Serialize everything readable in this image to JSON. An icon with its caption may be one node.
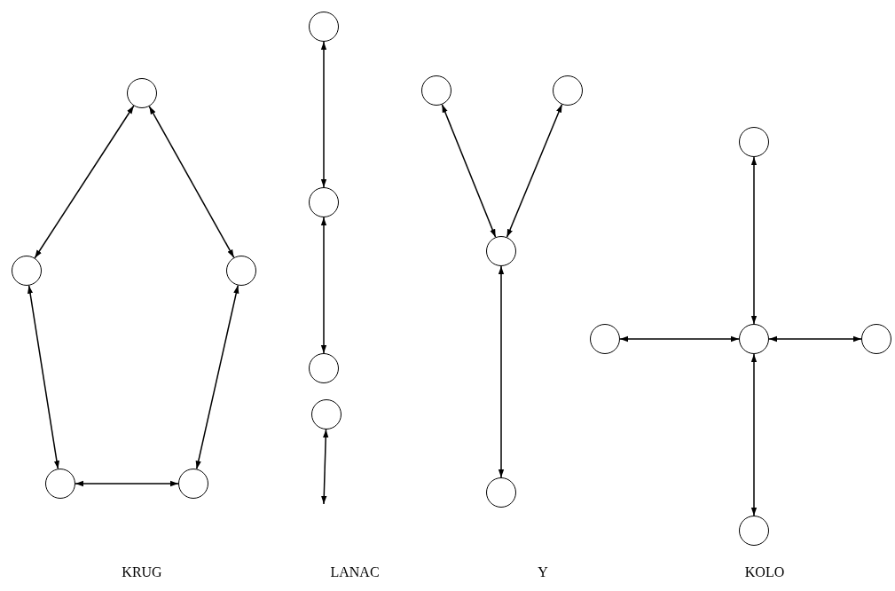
{
  "diagram": {
    "nodes": [
      {
        "text": [],
        "shape": "circle"
      },
      {
        "text": [],
        "shape": "circle"
      },
      {
        "text": [],
        "shape": "circle"
      },
      {
        "text": [],
        "shape": "circle"
      },
      {
        "text": [],
        "shape": "circle"
      },
      {
        "text": [],
        "shape": "circle"
      },
      {
        "text": [],
        "shape": "circle"
      },
      {
        "text": [],
        "shape": "circle"
      },
      {
        "text": [],
        "shape": "circle"
      },
      {
        "text": [],
        "shape": "circle"
      },
      {
        "text": [],
        "shape": "circle"
      },
      {
        "text": [],
        "shape": "circle"
      },
      {
        "text": [],
        "shape": "circle"
      },
      {
        "text": [],
        "shape": "circle"
      },
      {
        "text": [],
        "shape": "circle"
      },
      {
        "text": [],
        "shape": "circle"
      },
      {
        "text": [],
        "shape": "circle"
      },
      {
        "text": [],
        "shape": "circle"
      }
    ],
    "edges": [
      {
        "from": 0,
        "to": 1,
        "arrow": "both"
      },
      {
        "from": 0,
        "to": 2,
        "arrow": "both"
      },
      {
        "from": 1,
        "to": 3,
        "arrow": "both"
      },
      {
        "from": 2,
        "to": 4,
        "arrow": "both"
      },
      {
        "from": 3,
        "to": 4,
        "arrow": "both"
      },
      {
        "from": 5,
        "to": 6,
        "arrow": "both"
      },
      {
        "from": 6,
        "to": 7,
        "arrow": "both"
      },
      {
        "from": 8,
        "to": null,
        "arrow": "both"
      },
      {
        "from": 9,
        "to": 11,
        "arrow": "both"
      },
      {
        "from": 10,
        "to": 11,
        "arrow": "both"
      },
      {
        "from": 11,
        "to": 12,
        "arrow": "both"
      },
      {
        "from": 13,
        "to": 15,
        "arrow": "both"
      },
      {
        "from": 14,
        "to": 15,
        "arrow": "both"
      },
      {
        "from": 15,
        "to": 16,
        "arrow": "both"
      },
      {
        "from": 15,
        "to": 17,
        "arrow": "both"
      }
    ],
    "labels": [
      "KRUG",
      "LANAC",
      "Y",
      "KOLO"
    ]
  }
}
